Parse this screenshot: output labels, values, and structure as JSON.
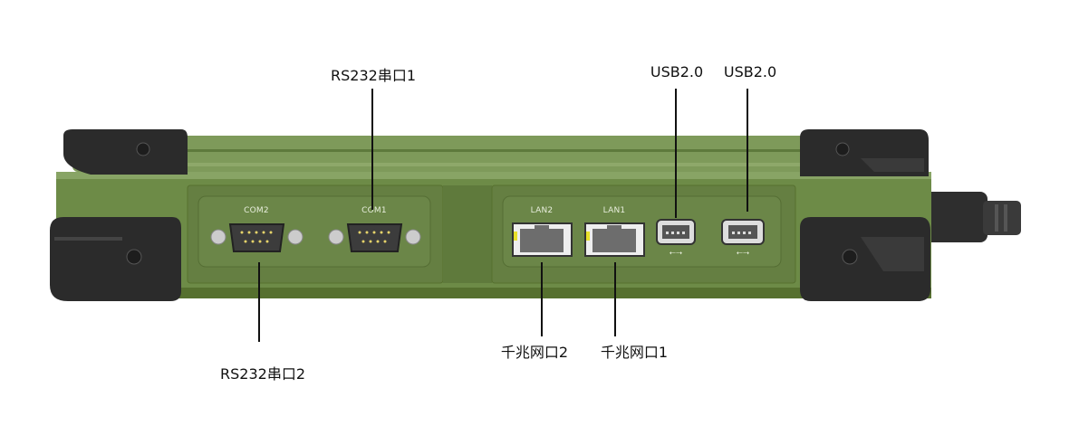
{
  "callouts": {
    "rs232_1": "RS232串口1",
    "rs232_2": "RS232串口2",
    "usb_a": "USB2.0",
    "usb_b": "USB2.0",
    "lan_2": "千兆网口2",
    "lan_1": "千兆网口1"
  },
  "port_labels": {
    "com2": "COM2",
    "com1": "COM1",
    "lan2": "LAN2",
    "lan1": "LAN1"
  },
  "colors": {
    "chassis_green": "#6d8b47",
    "bumper_black": "#2b2b2b",
    "led_yellow": "#e8e02a"
  }
}
